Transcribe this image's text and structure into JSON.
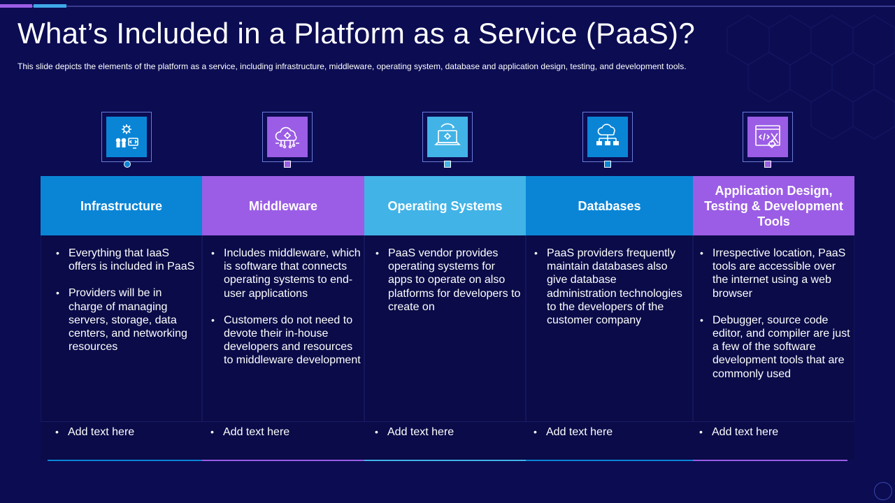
{
  "title": "What’s Included in a Platform as a Service (PaaS)?",
  "subtitle": "This slide depicts the elements of the platform as a service, including infrastructure,  middleware,  operating system, database and application design, testing, and development  tools.",
  "colors": {
    "background": "#0b0c52",
    "blue": "#0a85d6",
    "purple": "#9b5de5",
    "light_blue": "#42b3e6"
  },
  "columns": [
    {
      "icon": "gear-people-code-icon",
      "header": "Infrastructure",
      "bullets": [
        "Everything that IaaS offers is included in PaaS",
        "Providers will be in charge of managing servers, storage, data centers, and networking resources"
      ],
      "footer": "Add text here"
    },
    {
      "icon": "cloud-gear-circuit-icon",
      "header": "Middleware",
      "bullets": [
        "Includes middleware, which is software that connects operating systems to end-user applications",
        "Customers do not need to devote their in-house developers and resources to middleware development"
      ],
      "footer": "Add text here"
    },
    {
      "icon": "laptop-gear-icon",
      "header": "Operating Systems",
      "bullets": [
        "PaaS vendor provides operating systems for apps to operate on also platforms for developers to create on"
      ],
      "footer": "Add text here"
    },
    {
      "icon": "cloud-database-icon",
      "header": "Databases",
      "bullets": [
        "PaaS providers frequently maintain databases also give database administration technologies to the developers of the customer company"
      ],
      "footer": "Add text here"
    },
    {
      "icon": "code-window-tools-icon",
      "header": "Application Design, Testing & Development Tools",
      "bullets": [
        "Irrespective location, PaaS tools are accessible over the internet using a web browser",
        "Debugger, source code editor, and compiler are just a few of the software development tools that are commonly  used"
      ],
      "footer": "Add text here"
    }
  ]
}
